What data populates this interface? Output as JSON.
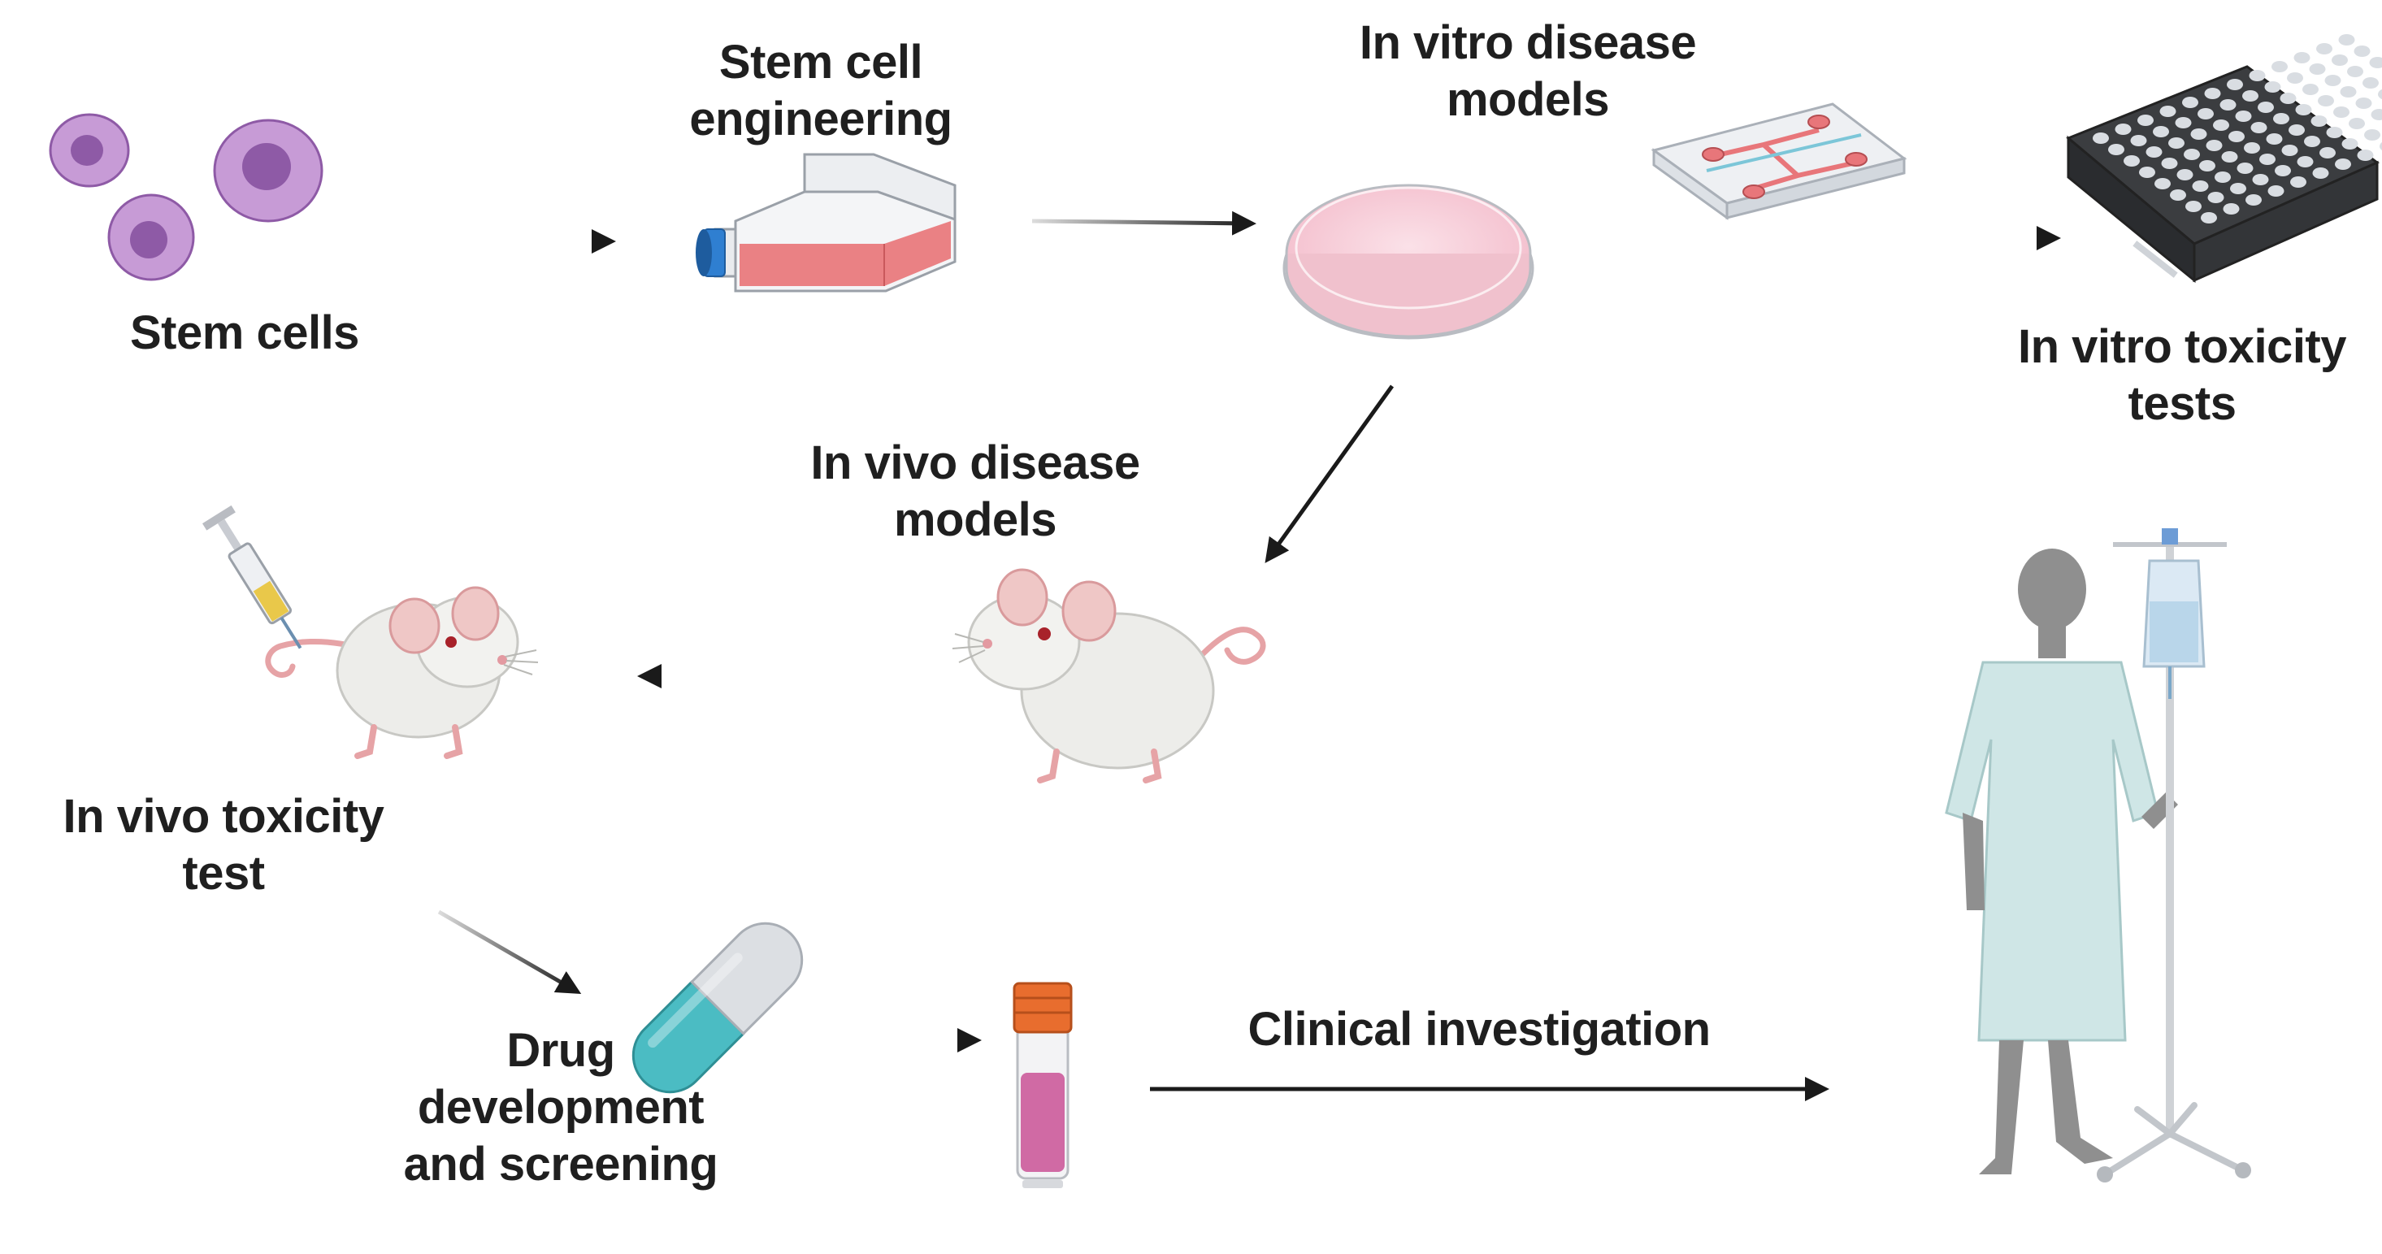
{
  "diagram": {
    "labels": {
      "stem_cells": [
        "Stem cells"
      ],
      "stem_cell_engineering": [
        "Stem cell",
        "engineering"
      ],
      "in_vitro_disease_models": [
        "In vitro disease",
        "models"
      ],
      "in_vitro_toxicity_tests": [
        "In vitro toxicity",
        "tests"
      ],
      "in_vivo_disease_models": [
        "In vivo disease",
        "models"
      ],
      "in_vivo_toxicity_test": [
        "In vivo toxicity",
        "test"
      ],
      "drug_development": [
        "Drug",
        "development",
        "and screening"
      ],
      "clinical_investigation": [
        "Clinical investigation"
      ]
    },
    "colors": {
      "cell_outer": "#c79bd6",
      "cell_nucleus": "#8e5aa6",
      "flask_medium": "#e8767a",
      "flask_cap": "#2f7fd1",
      "petri_medium": "#f7c9d4",
      "plate_body": "#3b3d40",
      "plate_well": "#d9dde2",
      "capsule_teal": "#4bbcc3",
      "tube_cap": "#e86d2e",
      "tube_fluid": "#d06aa4",
      "gown": "#cfe6e6",
      "skin_silhouette": "#8f8f8f",
      "arrow": "#1a1a1a"
    }
  }
}
